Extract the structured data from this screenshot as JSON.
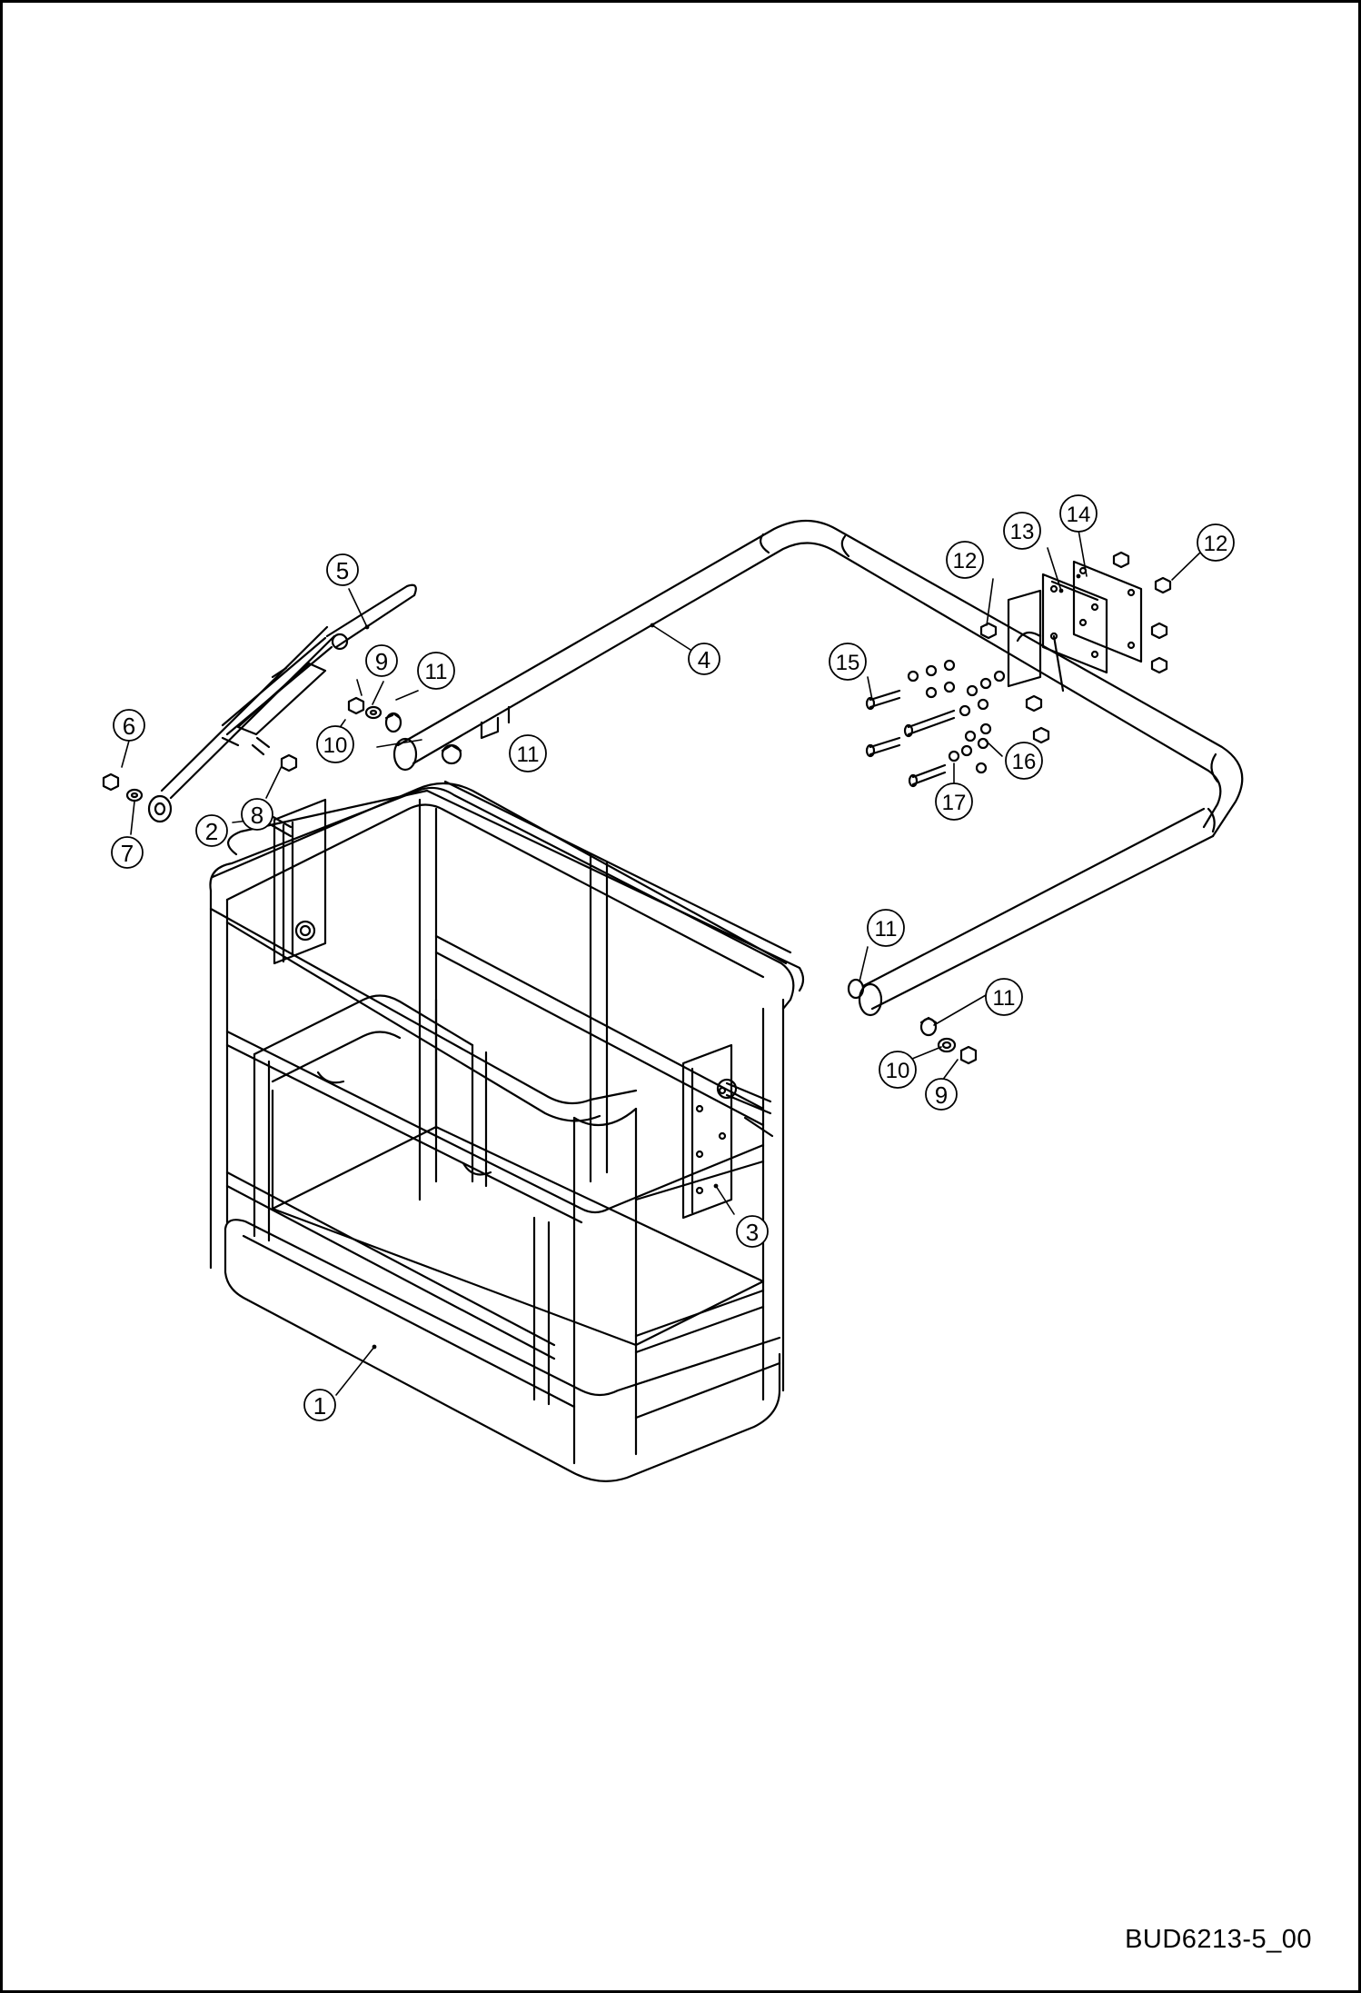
{
  "drawing": {
    "id": "BUD6213-5_00"
  },
  "callouts": [
    {
      "label": "1"
    },
    {
      "label": "2"
    },
    {
      "label": "3"
    },
    {
      "label": "4"
    },
    {
      "label": "5"
    },
    {
      "label": "6"
    },
    {
      "label": "7"
    },
    {
      "label": "8"
    },
    {
      "label": "9"
    },
    {
      "label": "10"
    },
    {
      "label": "11"
    },
    {
      "label": "11"
    },
    {
      "label": "12"
    },
    {
      "label": "13"
    },
    {
      "label": "14"
    },
    {
      "label": "12"
    },
    {
      "label": "15"
    },
    {
      "label": "16"
    },
    {
      "label": "17"
    },
    {
      "label": "11"
    },
    {
      "label": "11"
    },
    {
      "label": "10"
    },
    {
      "label": "9"
    }
  ]
}
